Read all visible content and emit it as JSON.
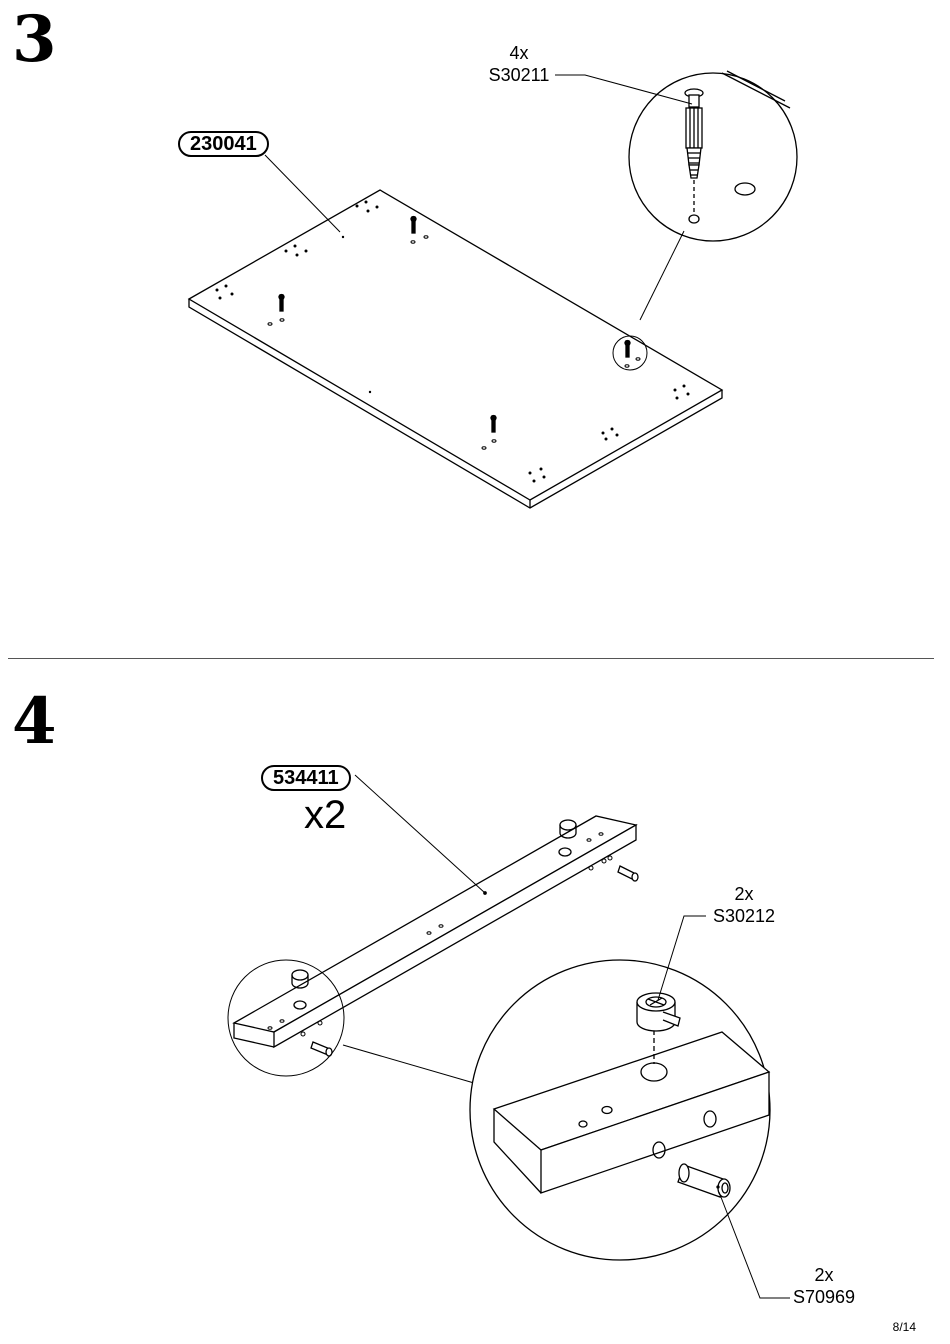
{
  "step3": {
    "number": "3",
    "part_label": "230041",
    "fitting": {
      "quantity": "4x",
      "code": "S30211"
    }
  },
  "step4": {
    "number": "4",
    "part_label": "534411",
    "part_quantity": "x2",
    "fitting_cam": {
      "quantity": "2x",
      "code": "S30212"
    },
    "fitting_dowel": {
      "quantity": "2x",
      "code": "S70969"
    }
  },
  "page": {
    "number": "8/14"
  }
}
